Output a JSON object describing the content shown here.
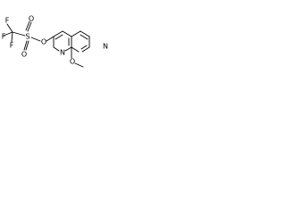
{
  "atoms": {
    "F1": "F",
    "F2": "F",
    "F3": "F",
    "S": "S",
    "O_up": "O",
    "O_down": "O",
    "O_link": "O",
    "N1": "N",
    "N2": "N",
    "O_methoxy": "O"
  },
  "colors": {
    "bond": "#000000",
    "label": "#000000",
    "background": "#ffffff"
  }
}
